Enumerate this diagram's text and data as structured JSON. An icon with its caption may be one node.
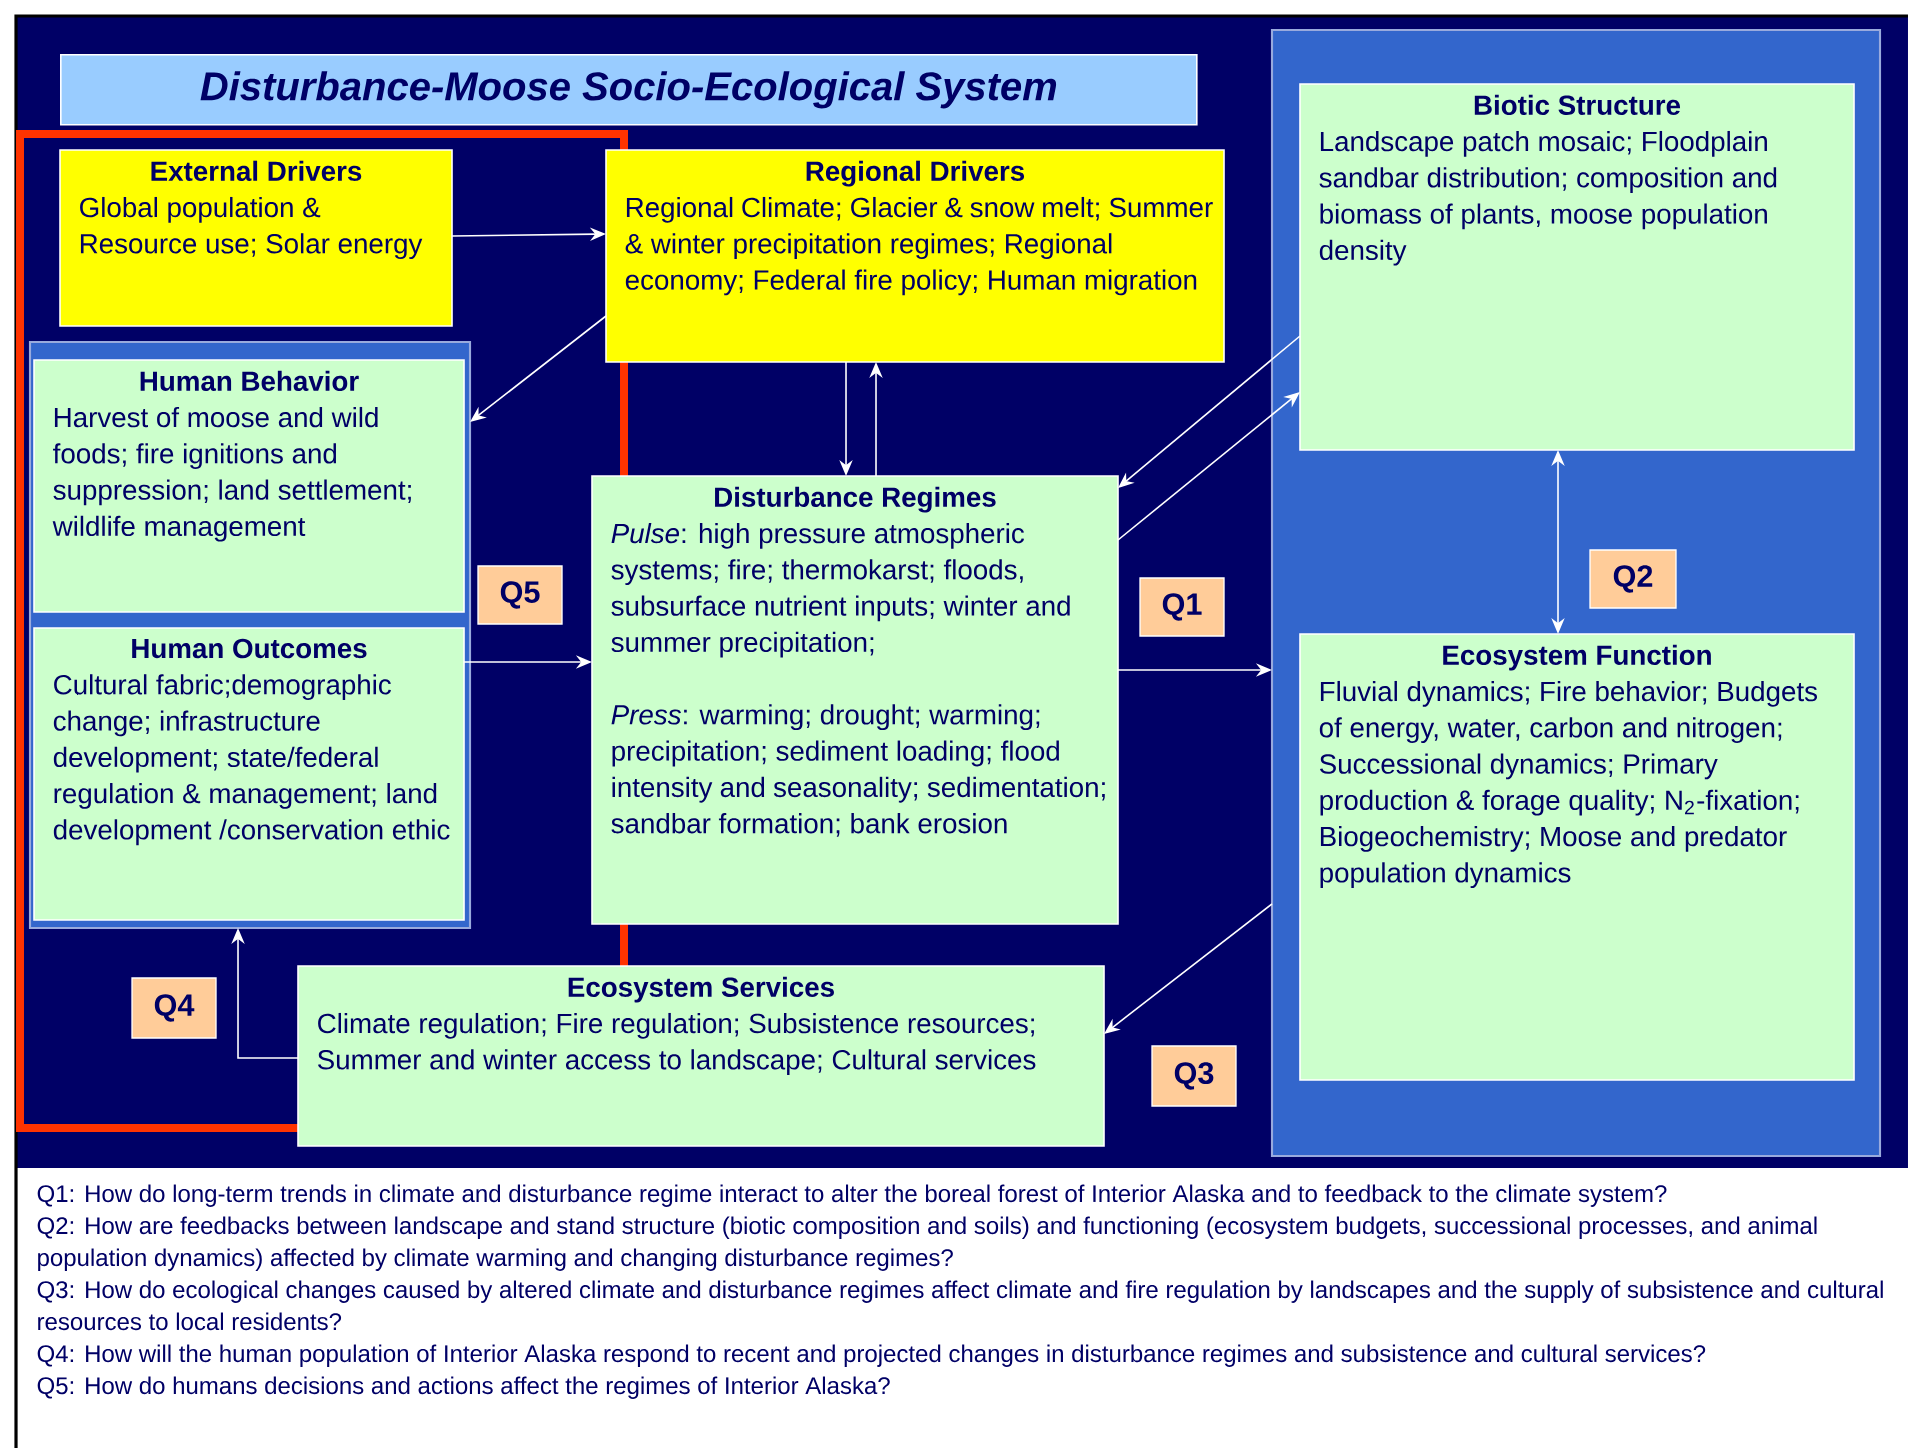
{
  "diagram": {
    "title": "Disturbance-Moose Socio-Ecological System",
    "nodes": [
      {
        "text": [
          "External Drivers",
          "Global population & Resource use; Solar energy"
        ]
      },
      {
        "text": [
          "Regional Drivers",
          "Regional Climate; Glacier & snow melt; Summer & winter precipitation regimes; Regional economy; Federal fire policy; Human migration"
        ]
      },
      {
        "text": [],
        "shape": "box"
      },
      {
        "text": [
          "Human Behavior",
          "Harvest of moose and wild foods; fire ignitions and suppression; land settlement; wildlife management"
        ],
        "in": 2
      },
      {
        "text": [
          "Human Outcomes",
          "Cultural fabric;demographic change; infrastructure development; state/federal regulation & management; land development /conservation ethic"
        ],
        "in": 2
      },
      {
        "text": [
          "Q5"
        ]
      },
      {
        "text": [
          "Disturbance Regimes",
          "*Pulse*: high pressure atmospheric systems; fire; thermokarst; floods, subsurface nutrient inputs; winter and summer precipitation;",
          "*Press*: warming; drought; warming; precipitation; sediment loading; flood intensity and seasonality; sedimentation; sandbar formation; bank erosion"
        ]
      },
      {
        "text": [
          "Q1"
        ]
      },
      {
        "text": [],
        "shape": "box"
      },
      {
        "text": [
          "Biotic Structure",
          "Landscape patch mosaic; Floodplain sandbar distribution; composition and biomass of plants, moose population density"
        ],
        "in": 8
      },
      {
        "text": [
          "Q2"
        ],
        "in": 8
      },
      {
        "text": [
          "Ecosystem Function",
          "Fluvial dynamics; Fire behavior; Budgets of energy, water, carbon and nitrogen; Successional dynamics; Primary production & forage quality; N$_{2}$-fixation; Biogeochemistry; Moose and predator population dynamics"
        ],
        "in": 8
      },
      {
        "text": [
          "Q4"
        ]
      },
      {
        "text": [
          "Ecosystem Services",
          "Climate regulation; Fire regulation; Subsistence resources; Summer and winter access to landscape; Cultural services"
        ]
      },
      {
        "text": [
          "Q3"
        ]
      }
    ],
    "edges": [
      {
        "from": 0,
        "to": 1,
        "arrow": "to"
      },
      {
        "from": 1,
        "to": 2,
        "arrow": "to"
      },
      {
        "from": 1,
        "to": 6,
        "arrow": "to"
      },
      {
        "from": 6,
        "to": 1,
        "arrow": "to"
      },
      {
        "from": 9,
        "to": 6,
        "arrow": "to"
      },
      {
        "from": 6,
        "to": 9,
        "arrow": "to"
      },
      {
        "from": 9,
        "to": 11,
        "arrow": "both"
      },
      {
        "from": 6,
        "to": 8,
        "arrow": "to"
      },
      {
        "from": 8,
        "to": 13,
        "arrow": "to"
      },
      {
        "from": 13,
        "to": 2,
        "arrow": "to"
      },
      {
        "from": 4,
        "to": 6,
        "arrow": "to"
      }
    ],
    "labels": [
      "Q1: How do long-term trends in climate and disturbance regime interact to alter the boreal forest of Interior Alaska and to feedback to the climate system?",
      "Q2: How are feedbacks between landscape and stand structure (biotic composition and soils) and functioning (ecosystem budgets, successional processes, and animal population dynamics) affected by climate warming and changing disturbance regimes?",
      "Q3: How do ecological changes caused by altered climate and disturbance regimes affect climate and fire regulation by landscapes and the supply of subsistence and cultural resources to local residents?",
      "Q4: How will the human population of Interior Alaska respond to recent and projected changes in disturbance regimes and subsistence and cultural services?",
      "Q5: How do humans decisions and actions affect the regimes of Interior Alaska?"
    ]
  }
}
